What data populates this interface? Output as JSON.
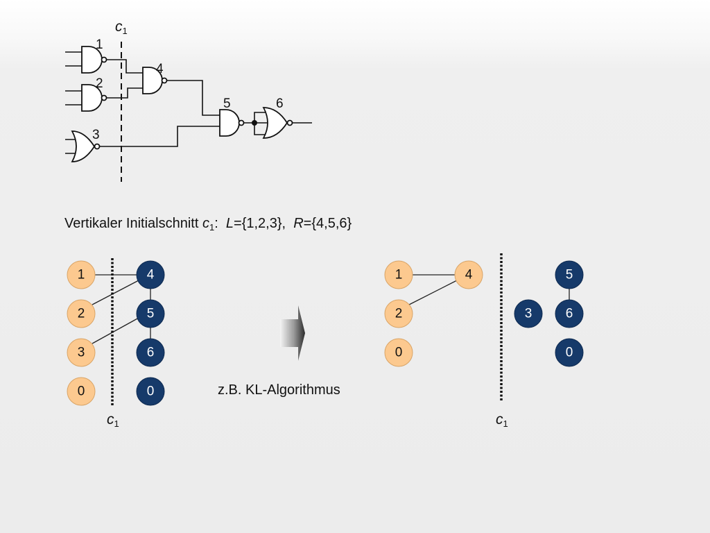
{
  "circuit": {
    "cut_label": "c",
    "cut_sub": "1",
    "gate_labels": [
      "1",
      "2",
      "3",
      "4",
      "5",
      "6"
    ]
  },
  "caption": {
    "prefix": "Vertikaler Initialschnitt ",
    "cut": "c",
    "cut_sub": "1",
    "colon": ":  ",
    "l_var": "L",
    "l_set": "={1,2,3},  ",
    "r_var": "R",
    "r_set": "={4,5,6}"
  },
  "left_partition": {
    "left_nodes": [
      "1",
      "2",
      "3",
      "0"
    ],
    "right_nodes": [
      "4",
      "5",
      "6",
      "0"
    ],
    "cut_label": "c",
    "cut_sub": "1"
  },
  "arrow_note": "z.B. KL-Algorithmus",
  "right_partition": {
    "left_nodes": [
      "1",
      "4",
      "2",
      "0"
    ],
    "right_nodes": [
      "5",
      "3",
      "6",
      "0"
    ],
    "cut_label": "c",
    "cut_sub": "1"
  },
  "colors": {
    "left_node_fill": "#fcc98f",
    "right_node_fill": "#163a6a",
    "background": "#ececec"
  }
}
